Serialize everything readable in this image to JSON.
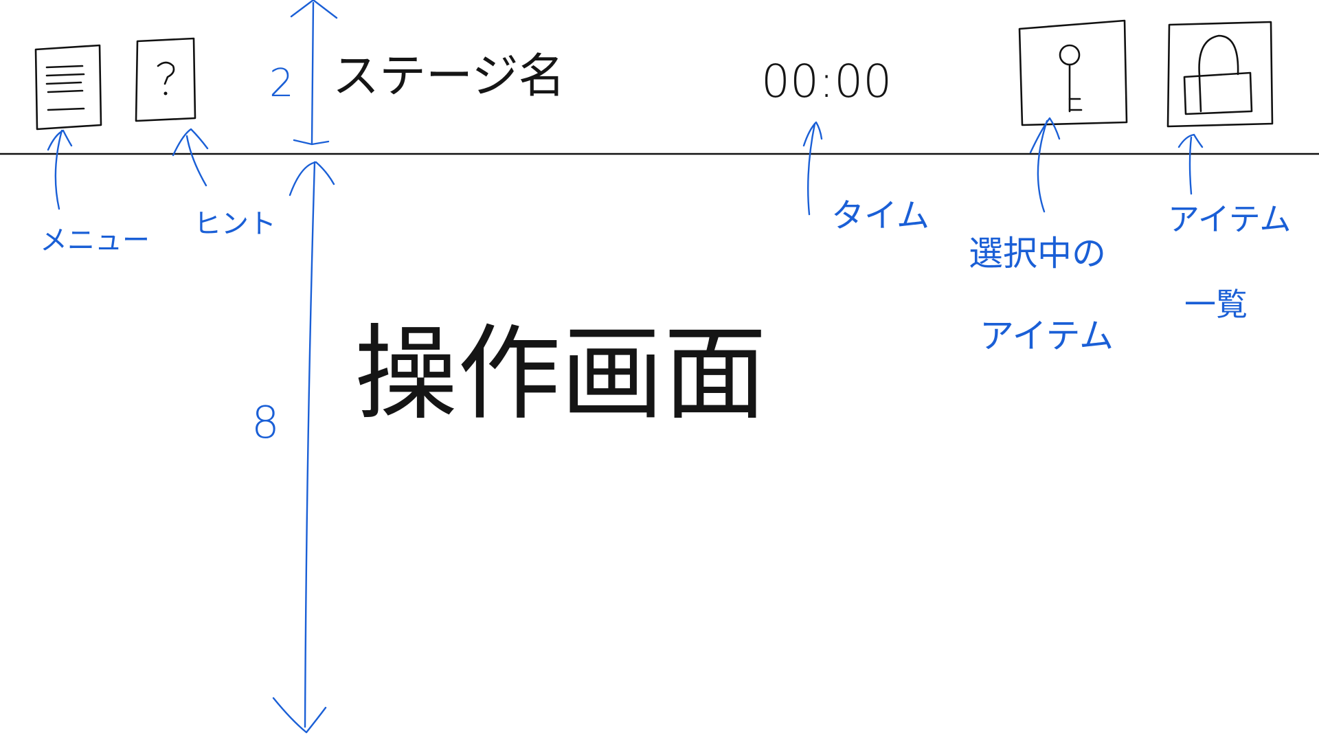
{
  "header": {
    "stage_name": "ステージ名",
    "time": "00:00",
    "height_units": "2"
  },
  "main": {
    "title": "操作画面",
    "height_units": "8"
  },
  "annotations": {
    "menu": "メニュー",
    "hint": "ヒント",
    "time": "タイム",
    "selected_item_line1": "選択中の",
    "selected_item_line2": "アイテム",
    "item_list_line1": "アイテム",
    "item_list_line2": "一覧"
  },
  "icons": {
    "menu": "menu-icon",
    "hint": "question-icon",
    "selected_item": "key-icon",
    "item_list": "bag-icon"
  },
  "colors": {
    "ink": "#111111",
    "annotation": "#1a5fd6",
    "background": "#ffffff"
  }
}
